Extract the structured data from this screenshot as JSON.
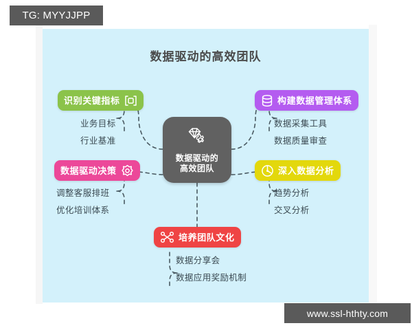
{
  "watermarks": {
    "top_tag": "TG: MYYJJPP",
    "bottom_url": "www.ssl-hthty.com"
  },
  "canvas": {
    "background_color": "#d3f1fb",
    "title": "数据驱动的高效团队"
  },
  "center_node": {
    "line1": "数据驱动的",
    "line2": "高效团队",
    "color": "#616161",
    "icon": "gem-gear-icon"
  },
  "branches": [
    {
      "id": "identify-key-metrics",
      "label": "识别关键指标",
      "color": "#8bc34a",
      "icon": "focus-frame-icon",
      "icon_side": "right",
      "children": [
        "业务目标",
        "行业基准"
      ]
    },
    {
      "id": "data-driven-decisions",
      "label": "数据驱动决策",
      "color": "#ec4899",
      "icon": "gear-icon",
      "icon_side": "right",
      "children": [
        "调整客服排班",
        "优化培训体系"
      ]
    },
    {
      "id": "build-data-management",
      "label": "构建数据管理体系",
      "color": "#b45cf0",
      "icon": "database-icon",
      "icon_side": "left",
      "children": [
        "数据采集工具",
        "数据质量审查"
      ]
    },
    {
      "id": "deep-data-analysis",
      "label": "深入数据分析",
      "color": "#e3d80c",
      "icon": "pie-chart-icon",
      "icon_side": "left",
      "children": [
        "趋势分析",
        "交叉分析"
      ]
    },
    {
      "id": "cultivate-team-culture",
      "label": "培养团队文化",
      "color": "#ef4444",
      "icon": "exchange-icon",
      "icon_side": "left",
      "children": [
        "数据分享会",
        "数据应用奖励机制"
      ]
    }
  ]
}
